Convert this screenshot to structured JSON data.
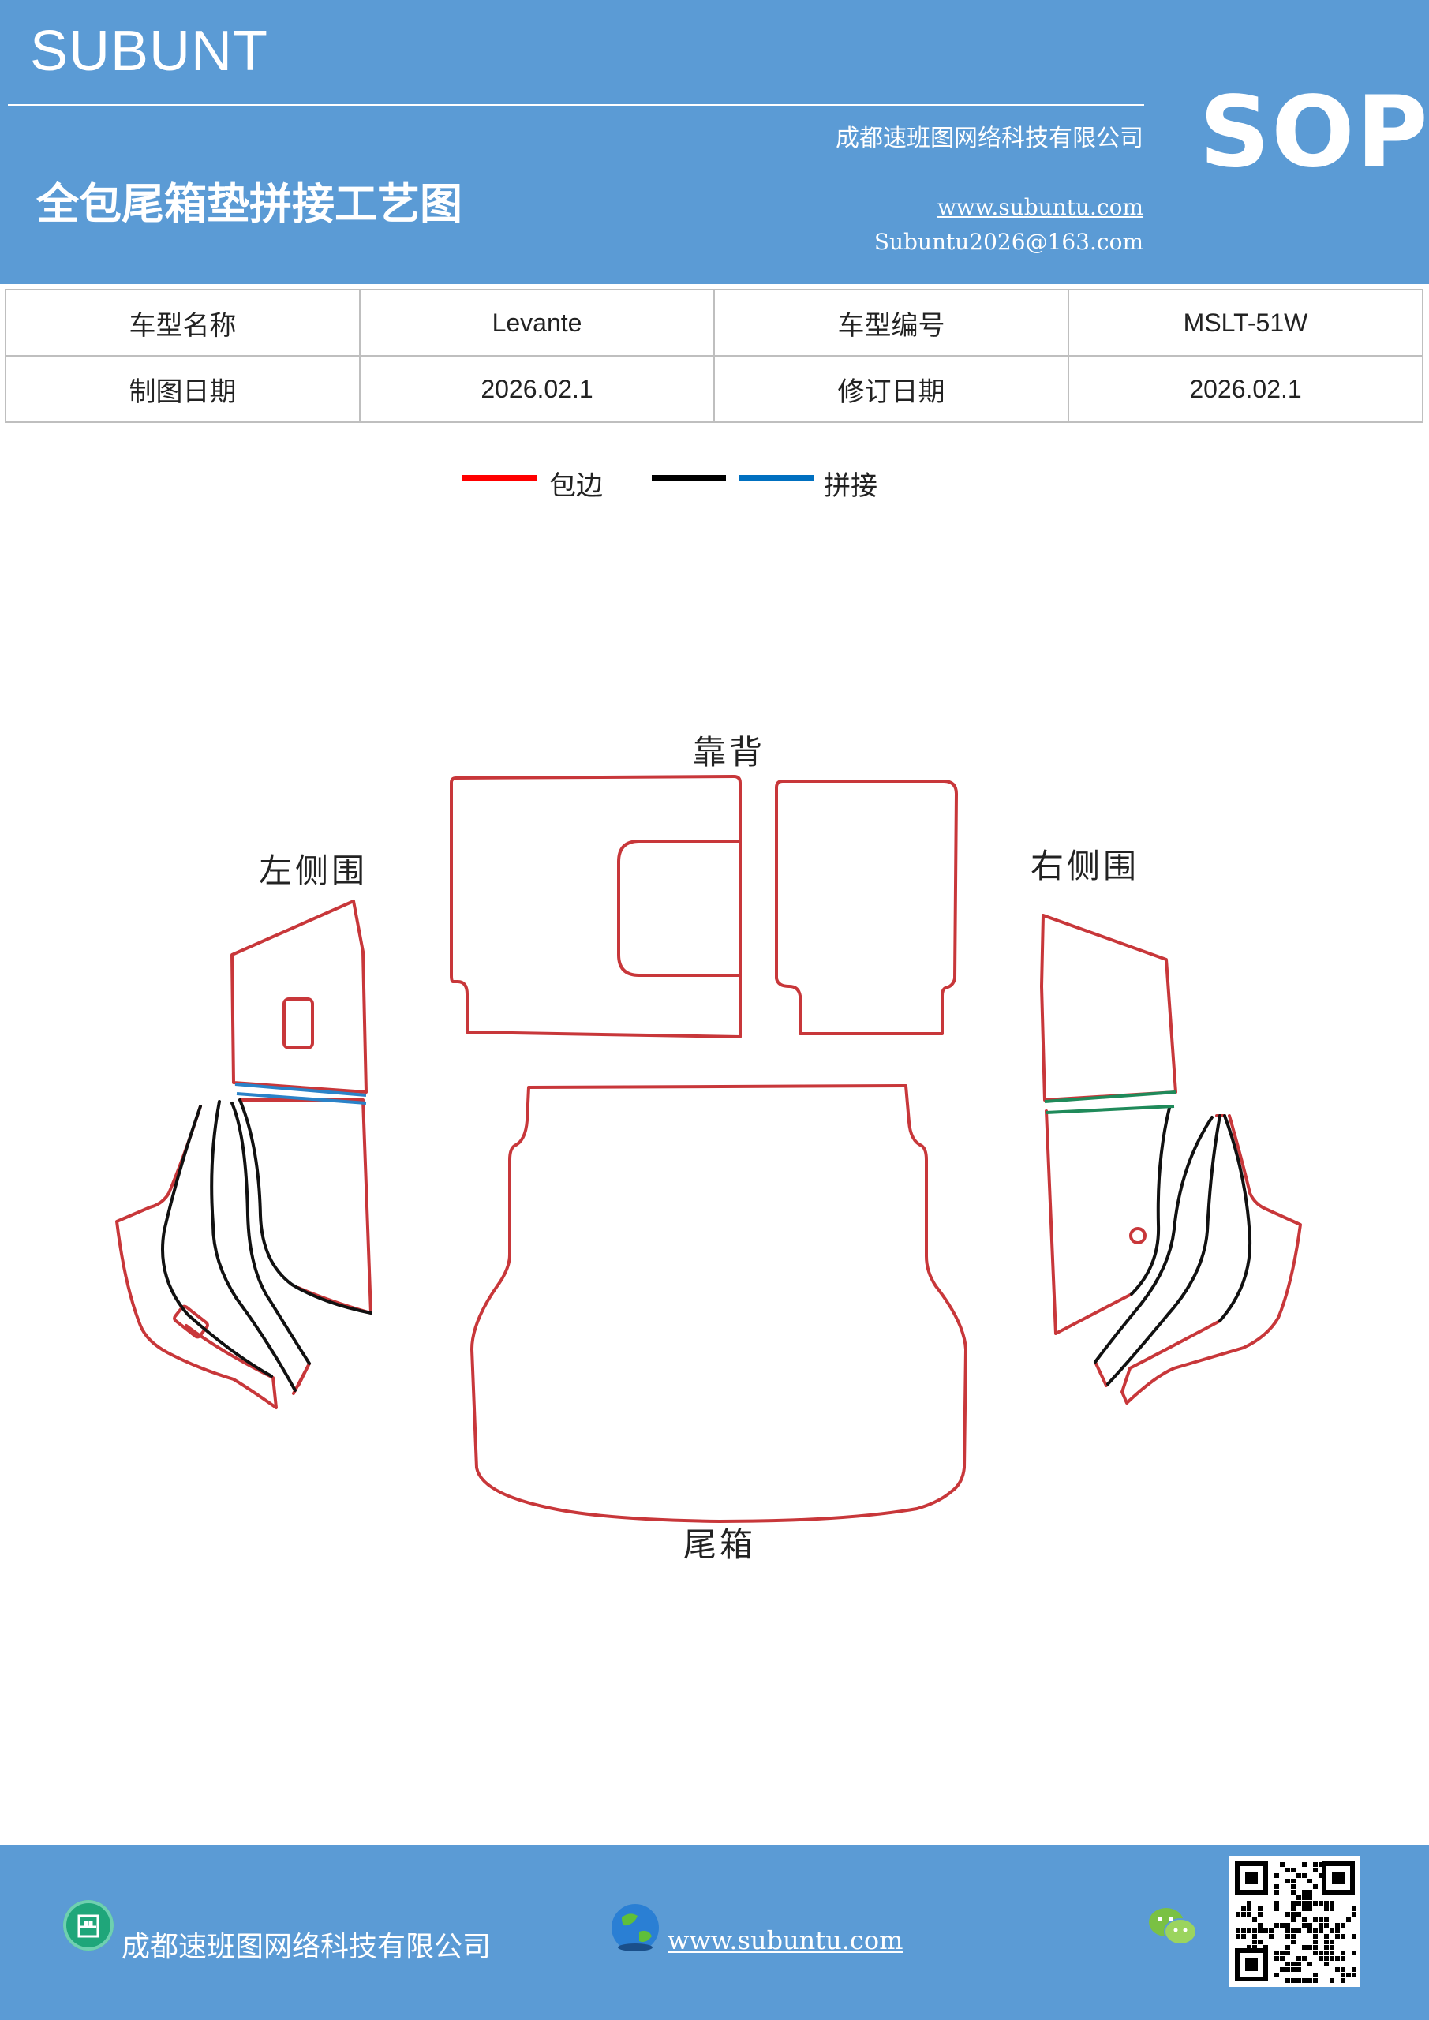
{
  "header": {
    "brand": "SUBUNT",
    "company": "成都速班图网络科技有限公司",
    "title": "全包尾箱垫拼接工艺图",
    "website": "www.subuntu.com",
    "email": "Subuntu2026@163.com",
    "badge": "SOP"
  },
  "info": {
    "row1": {
      "label1": "车型名称",
      "value1": "Levante",
      "label2": "车型编号",
      "value2": "MSLT-51W"
    },
    "row2": {
      "label1": "制图日期",
      "value1": "2026.02.1",
      "label2": "修订日期",
      "value2": "2026.02.1"
    }
  },
  "legend": {
    "edge_label": "包边",
    "splice_label": "拼接",
    "colors": {
      "edge": "#ff0000",
      "black": "#000000",
      "splice": "#0070c0"
    }
  },
  "diagram": {
    "labels": {
      "backrest": "靠背",
      "left_side": "左侧围",
      "right_side": "右侧围",
      "trunk": "尾箱"
    },
    "colors": {
      "outline": "#c8373a",
      "inner": "#111111",
      "blue_seam": "#2a82c8",
      "green_seam": "#1f8a5a"
    }
  },
  "footer": {
    "company": "成都速班图网络科技有限公司",
    "website": "www.subuntu.com",
    "icons": [
      "building-icon",
      "globe-icon",
      "wechat-icon",
      "qr-code"
    ]
  }
}
